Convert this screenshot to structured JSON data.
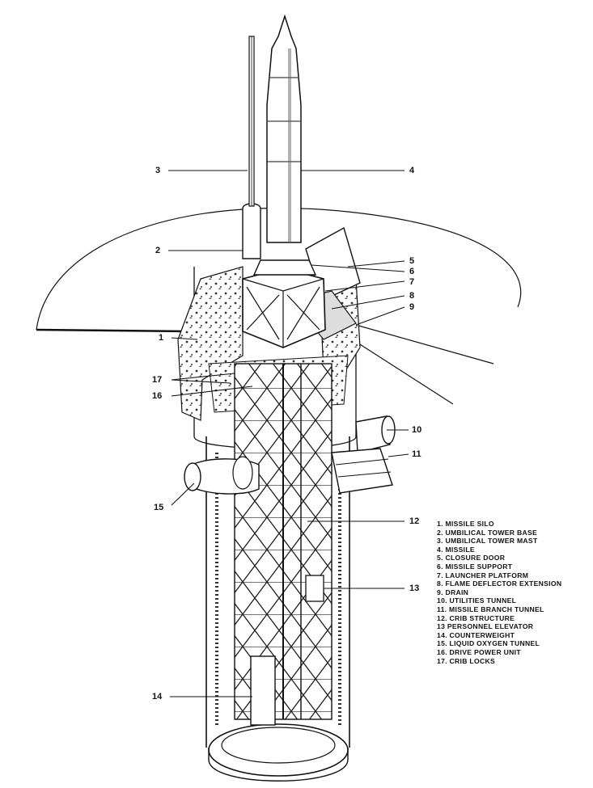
{
  "callouts": {
    "n1": "1",
    "n2": "2",
    "n3": "3",
    "n4": "4",
    "n5": "5",
    "n6": "6",
    "n7": "7",
    "n8": "8",
    "n9": "9",
    "n10": "10",
    "n11": "11",
    "n12": "12",
    "n13": "13",
    "n14": "14",
    "n15": "15",
    "n16": "16",
    "n17": "17"
  },
  "legend": [
    "1. MISSILE SILO",
    "2. UMBILICAL TOWER BASE",
    "3. UMBILICAL TOWER MAST",
    "4. MISSILE",
    "5. CLOSURE DOOR",
    "6. MISSILE SUPPORT",
    "7. LAUNCHER PLATFORM",
    "8. FLAME DEFLECTOR EXTENSION",
    "9. DRAIN",
    "10. UTILITIES TUNNEL",
    "11. MISSILE BRANCH TUNNEL",
    "12. CRIB STRUCTURE",
    "13 PERSONNEL ELEVATOR",
    "14. COUNTERWEIGHT",
    "15. LIQUID OXYGEN TUNNEL",
    "16. DRIVE POWER UNIT",
    "17. CRIB LOCKS"
  ]
}
